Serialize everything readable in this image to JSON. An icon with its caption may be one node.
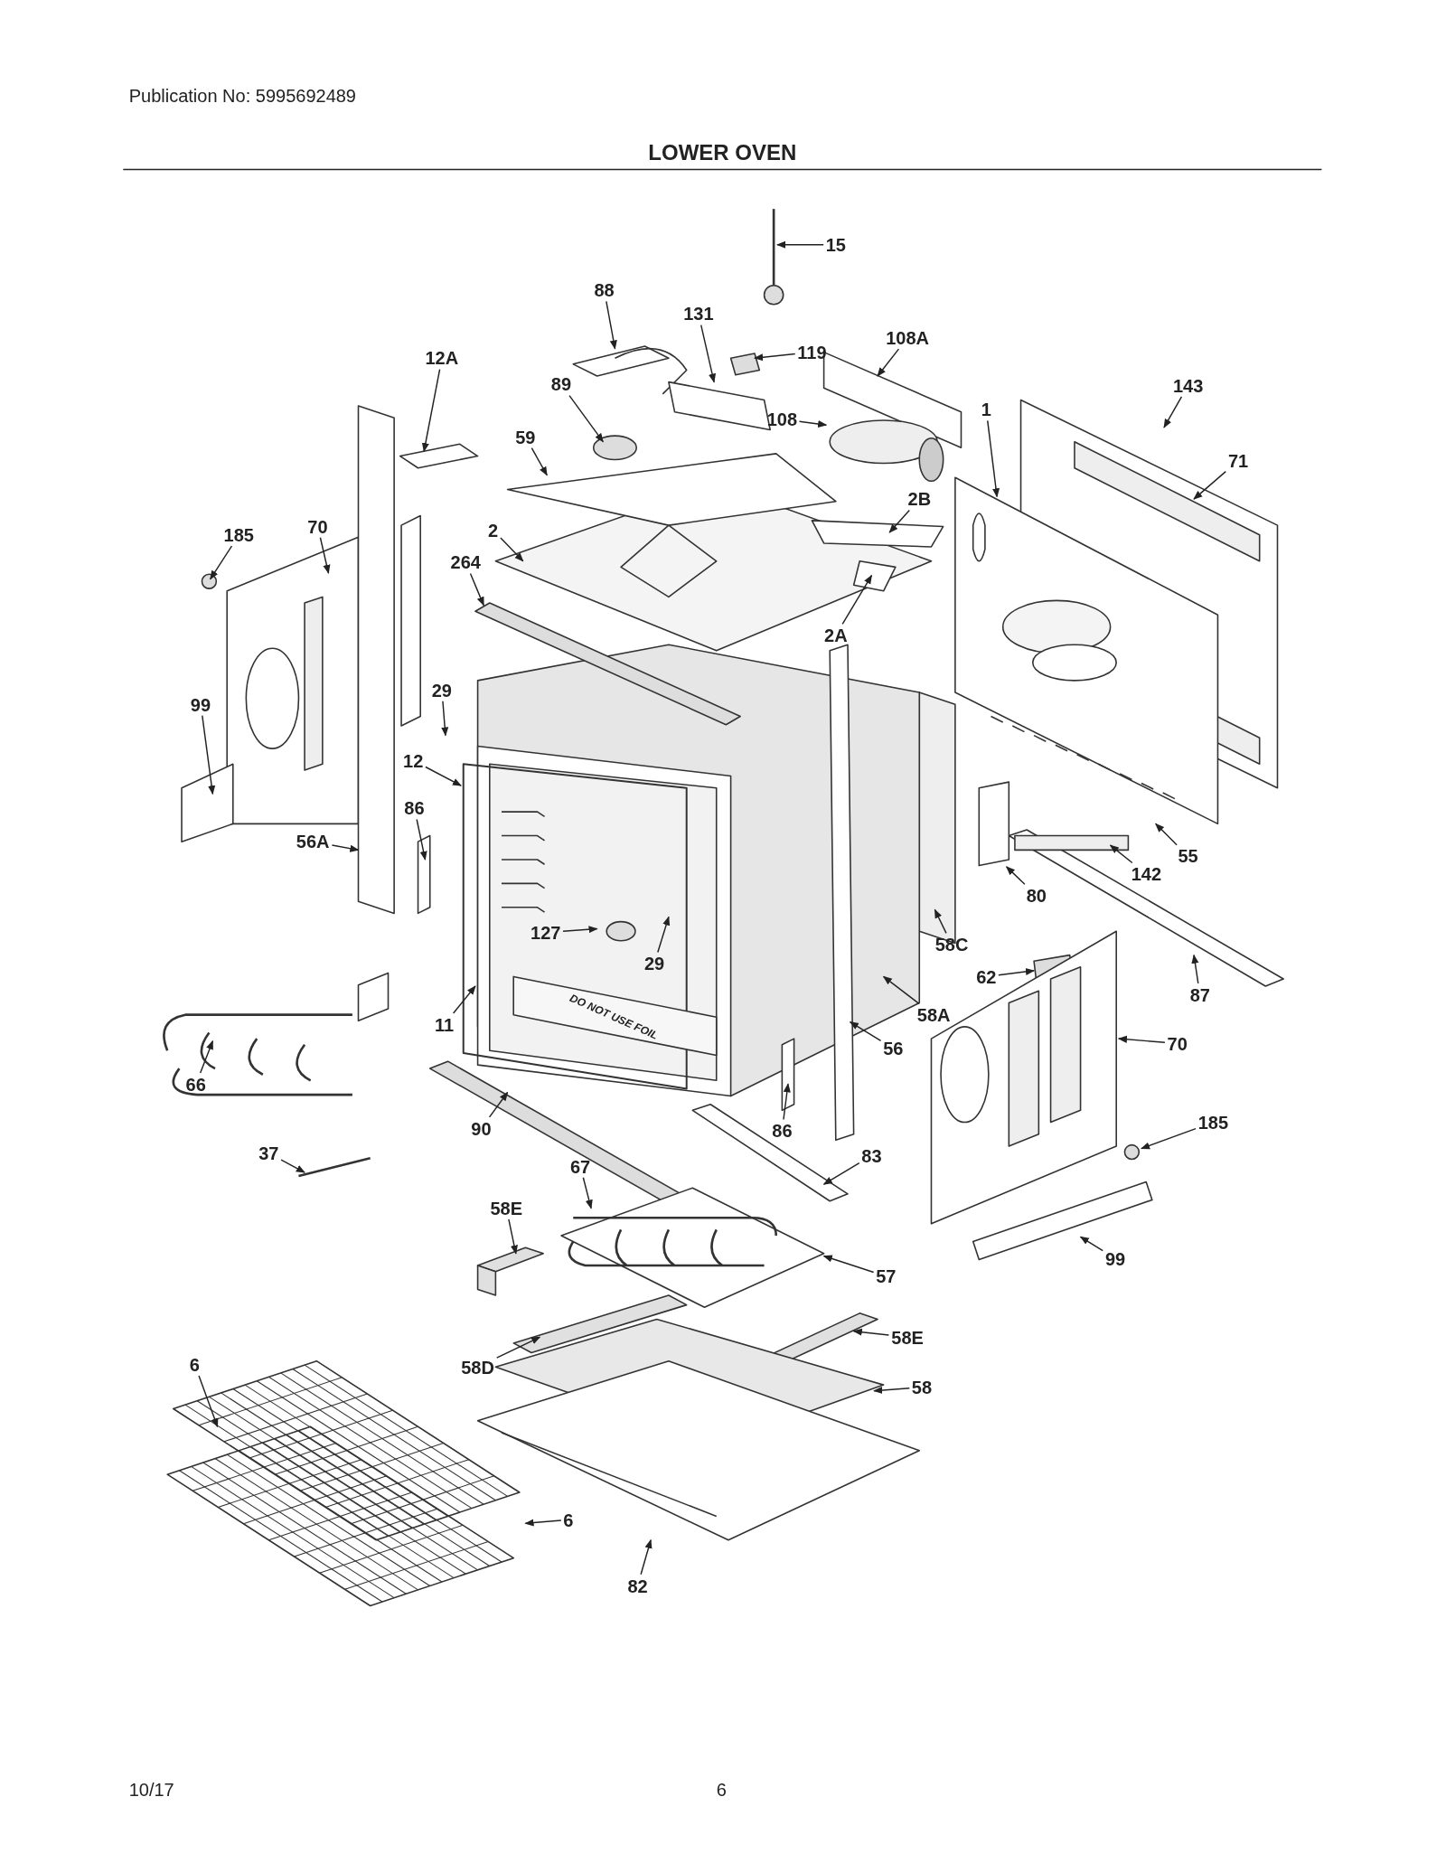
{
  "diagram": {
    "title": "LOWER OVEN",
    "nodes": [
      {
        "text": [
          "15"
        ]
      },
      {
        "text": [
          "88"
        ]
      },
      {
        "text": [
          "131"
        ]
      },
      {
        "text": [
          "119"
        ]
      },
      {
        "text": [
          "108A"
        ]
      },
      {
        "text": [
          "89"
        ]
      },
      {
        "text": [
          "12A"
        ]
      },
      {
        "text": [
          "108"
        ]
      },
      {
        "text": [
          "143"
        ]
      },
      {
        "text": [
          "1"
        ]
      },
      {
        "text": [
          "59"
        ]
      },
      {
        "text": [
          "71"
        ]
      },
      {
        "text": [
          "70"
        ]
      },
      {
        "text": [
          "185"
        ]
      },
      {
        "text": [
          "2"
        ]
      },
      {
        "text": [
          "2B"
        ]
      },
      {
        "text": [
          "264"
        ]
      },
      {
        "text": [
          "2A"
        ]
      },
      {
        "text": [
          "29"
        ]
      },
      {
        "text": [
          "99"
        ]
      },
      {
        "text": [
          "12"
        ]
      },
      {
        "text": [
          "86"
        ]
      },
      {
        "text": [
          "56A"
        ]
      },
      {
        "text": [
          "55"
        ]
      },
      {
        "text": [
          "142"
        ]
      },
      {
        "text": [
          "80"
        ]
      },
      {
        "text": [
          "127"
        ]
      },
      {
        "text": [
          "29"
        ]
      },
      {
        "text": [
          "58C"
        ]
      },
      {
        "text": [
          "62"
        ]
      },
      {
        "text": [
          "58A"
        ]
      },
      {
        "text": [
          "87"
        ]
      },
      {
        "text": [
          "11"
        ]
      },
      {
        "text": [
          "56"
        ]
      },
      {
        "text": [
          "70"
        ]
      },
      {
        "text": [
          "66"
        ]
      },
      {
        "text": [
          "90"
        ]
      },
      {
        "text": [
          "185"
        ]
      },
      {
        "text": [
          "86"
        ]
      },
      {
        "text": [
          "37"
        ]
      },
      {
        "text": [
          "83"
        ]
      },
      {
        "text": [
          "67"
        ]
      },
      {
        "text": [
          "58E"
        ]
      },
      {
        "text": [
          "99"
        ]
      },
      {
        "text": [
          "57"
        ]
      },
      {
        "text": [
          "58E"
        ]
      },
      {
        "text": [
          "58D"
        ]
      },
      {
        "text": [
          "6"
        ]
      },
      {
        "text": [
          "58"
        ]
      },
      {
        "text": [
          "6"
        ]
      },
      {
        "text": [
          "82"
        ]
      }
    ],
    "edges": [
      {
        "from": 0,
        "to": null,
        "arrow": "to"
      },
      {
        "from": 1,
        "to": null,
        "arrow": "to"
      },
      {
        "from": 2,
        "to": null,
        "arrow": "to"
      },
      {
        "from": 3,
        "to": null,
        "arrow": "to"
      },
      {
        "from": 4,
        "to": null,
        "arrow": "to"
      },
      {
        "from": 5,
        "to": null,
        "arrow": "to"
      },
      {
        "from": 6,
        "to": null,
        "arrow": "to"
      },
      {
        "from": 7,
        "to": null,
        "arrow": "to"
      },
      {
        "from": 8,
        "to": null,
        "arrow": "to"
      },
      {
        "from": 9,
        "to": null,
        "arrow": "to"
      },
      {
        "from": 10,
        "to": null,
        "arrow": "to"
      },
      {
        "from": 11,
        "to": null,
        "arrow": "to"
      },
      {
        "from": 12,
        "to": null,
        "arrow": "to"
      },
      {
        "from": 13,
        "to": null,
        "arrow": "to"
      },
      {
        "from": 14,
        "to": null,
        "arrow": "to"
      },
      {
        "from": 15,
        "to": null,
        "arrow": "to"
      },
      {
        "from": 16,
        "to": null,
        "arrow": "to"
      },
      {
        "from": 17,
        "to": null,
        "arrow": "to"
      },
      {
        "from": 18,
        "to": null,
        "arrow": "to"
      },
      {
        "from": 19,
        "to": null,
        "arrow": "to"
      },
      {
        "from": 20,
        "to": null,
        "arrow": "to"
      },
      {
        "from": 21,
        "to": null,
        "arrow": "to"
      },
      {
        "from": 22,
        "to": null,
        "arrow": "to"
      },
      {
        "from": 23,
        "to": null,
        "arrow": "to"
      },
      {
        "from": 24,
        "to": null,
        "arrow": "to"
      },
      {
        "from": 25,
        "to": null,
        "arrow": "to"
      },
      {
        "from": 26,
        "to": null,
        "arrow": "to"
      },
      {
        "from": 27,
        "to": null,
        "arrow": "to"
      },
      {
        "from": 28,
        "to": null,
        "arrow": "to"
      },
      {
        "from": 29,
        "to": null,
        "arrow": "to"
      },
      {
        "from": 30,
        "to": null,
        "arrow": "to"
      },
      {
        "from": 31,
        "to": null,
        "arrow": "to"
      },
      {
        "from": 32,
        "to": null,
        "arrow": "to"
      },
      {
        "from": 33,
        "to": null,
        "arrow": "to"
      },
      {
        "from": 34,
        "to": null,
        "arrow": "to"
      },
      {
        "from": 35,
        "to": null,
        "arrow": "to"
      },
      {
        "from": 36,
        "to": null,
        "arrow": "to"
      },
      {
        "from": 37,
        "to": null,
        "arrow": "to"
      },
      {
        "from": 38,
        "to": null,
        "arrow": "to"
      },
      {
        "from": 39,
        "to": null,
        "arrow": "to"
      },
      {
        "from": 40,
        "to": null,
        "arrow": "to"
      },
      {
        "from": 41,
        "to": null,
        "arrow": "to"
      },
      {
        "from": 42,
        "to": null,
        "arrow": "to"
      },
      {
        "from": 43,
        "to": null,
        "arrow": "to"
      },
      {
        "from": 44,
        "to": null,
        "arrow": "to"
      },
      {
        "from": 45,
        "to": null,
        "arrow": "to"
      },
      {
        "from": 46,
        "to": null,
        "arrow": "to"
      },
      {
        "from": 47,
        "to": null,
        "arrow": "to"
      },
      {
        "from": 48,
        "to": null,
        "arrow": "to"
      },
      {
        "from": 49,
        "to": null,
        "arrow": "to"
      },
      {
        "from": 50,
        "to": null,
        "arrow": "to"
      }
    ],
    "labels": [
      "Publication No: 5995692489",
      "DO NOT USE FOIL",
      "10/17",
      "6"
    ]
  }
}
